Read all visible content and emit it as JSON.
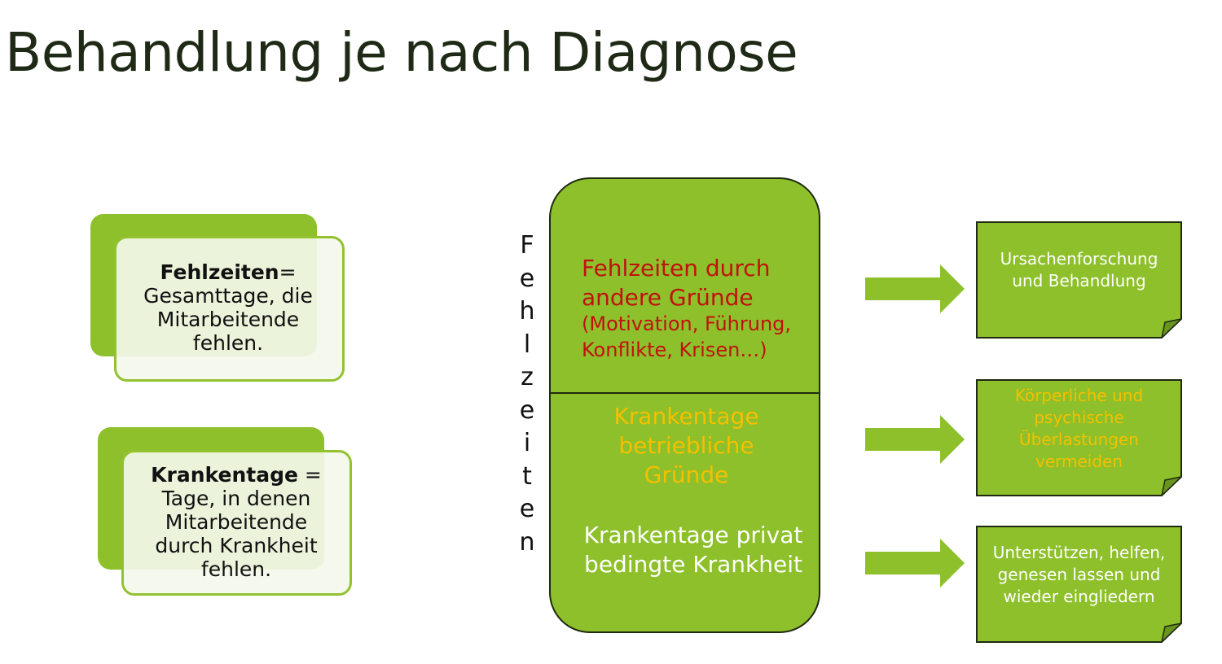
{
  "title": "Behandlung je nach Diagnose",
  "definitions": {
    "fehlzeiten": {
      "term": "Fehlzeiten",
      "text": "= Gesamttage, die Mitarbeitende fehlen."
    },
    "krankentage": {
      "term": "Krankentage",
      "text": " = Tage, in denen Mitarbeitende durch Krankheit fehlen."
    }
  },
  "vertical_label": [
    "F",
    "e",
    "h",
    "l",
    "z",
    "e",
    "i",
    "t",
    "e",
    "n"
  ],
  "center": {
    "seg1_head": "Fehlzeiten durch andere Gründe",
    "seg1_sub": "(Motivation, Führung, Konflikte, Krisen…)",
    "seg2": "Krankentage betriebliche  Gründe",
    "seg3": "Krankentage privat bedingte Krankheit"
  },
  "actions": [
    "Ursachenforschung und Behandlung",
    "Körperliche und psychische Überlastungen vermeiden",
    "Unterstützen, helfen, genesen lassen und wieder eingliedern"
  ],
  "colors": {
    "green": "#8dc02a",
    "red": "#c0120c",
    "yellow": "#f5c000",
    "white": "#ffffff"
  }
}
